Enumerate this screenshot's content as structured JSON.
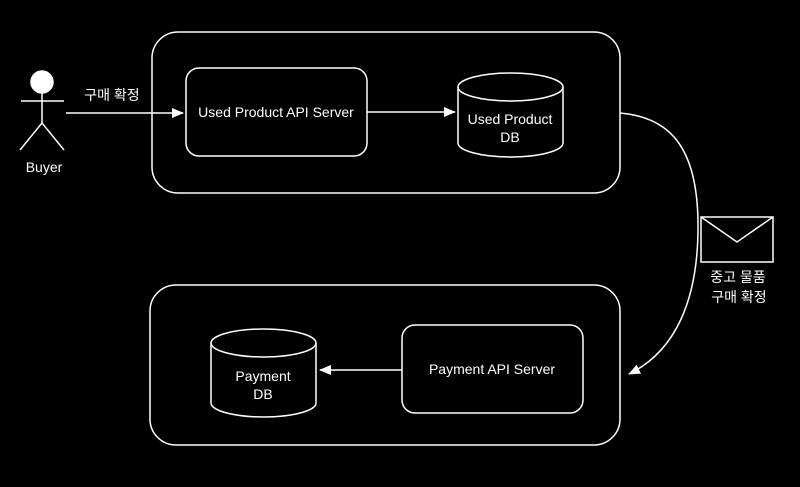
{
  "colors": {
    "background": "#000000",
    "line": "#ffffff",
    "text": "#ffffff"
  },
  "actor": {
    "label": "Buyer"
  },
  "flows": {
    "buyer_purchase": {
      "label": "구매 확정"
    },
    "api_to_db": {
      "label": ""
    },
    "payment_api_to_db": {
      "label": ""
    },
    "message": {
      "icon": "envelope",
      "label_line1": "중고 물품",
      "label_line2": "구매 확정"
    }
  },
  "nodes": {
    "used_product_api_server": {
      "label": "Used Product API Server"
    },
    "used_product_db": {
      "label_line1": "Used Product",
      "label_line2": "DB"
    },
    "payment_api_server": {
      "label": "Payment API Server"
    },
    "payment_db": {
      "label_line1": "Payment",
      "label_line2": "DB"
    }
  }
}
